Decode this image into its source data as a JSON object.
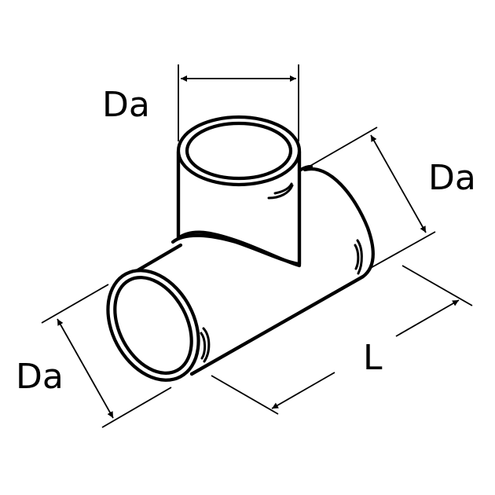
{
  "figure": {
    "subject": "T-piece pipe connector (equal tee)",
    "stroke_color": "#000000",
    "background_color": "#ffffff"
  },
  "dimensions": {
    "top_branch": {
      "label": "Da"
    },
    "right_end": {
      "label": "Da"
    },
    "left_end": {
      "label": "Da"
    },
    "length": {
      "label": "L"
    }
  }
}
